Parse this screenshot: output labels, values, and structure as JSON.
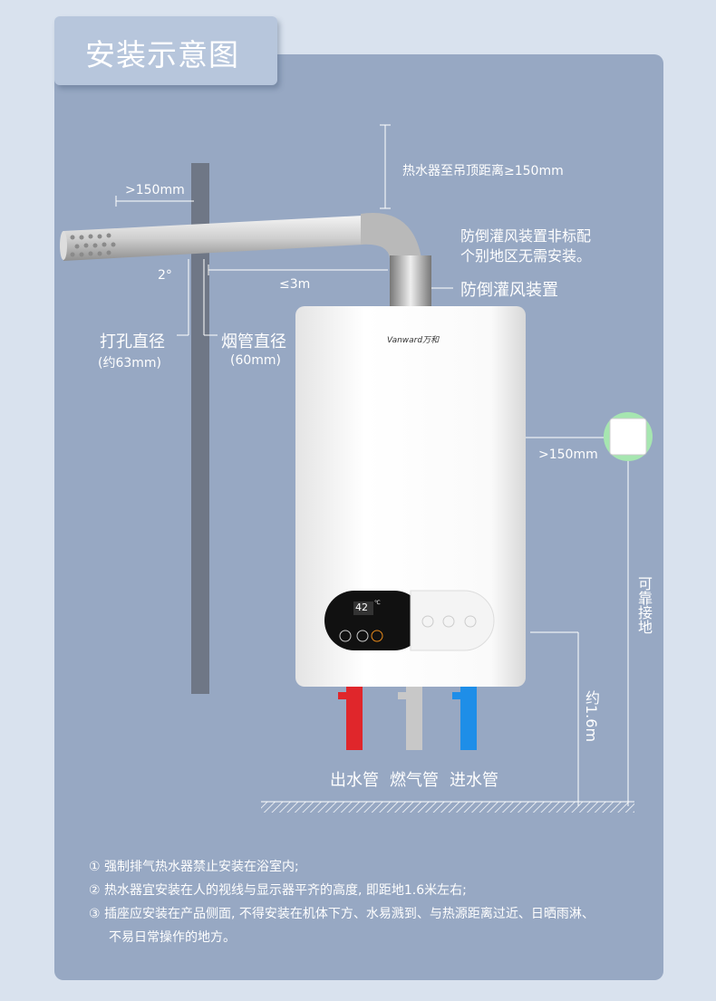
{
  "title": "安装示意图",
  "labels": {
    "ceiling_distance": "热水器至吊顶距离≥150mm",
    "wall_distance": ">150mm",
    "angle": "2°",
    "pipe_length": "≤3m",
    "anti_backdraft_note_1": "防倒灌风装置非标配",
    "anti_backdraft_note_2": "个别地区无需安装。",
    "anti_backdraft": "防倒灌风装置",
    "hole_diameter": "打孔直径",
    "hole_diameter_value": "(约63mm)",
    "flue_diameter": "烟管直径",
    "flue_diameter_value": "(60mm)",
    "socket_distance": ">150mm",
    "grounding": "可靠接地",
    "height": "约1.6m",
    "water_out": "出水管",
    "gas": "燃气管",
    "water_in": "进水管"
  },
  "heater": {
    "brand": "Vanward万和",
    "temperature": "42",
    "unit": "℃"
  },
  "notes": [
    "① 强制排气热水器禁止安装在浴室内;",
    "② 热水器宜安装在人的视线与显示器平齐的高度, 即距地1.6米左右;",
    "③ 插座应安装在产品侧面, 不得安装在机体下方、水易溅到、与热源距离过近、日晒雨淋、",
    "不易日常操作的地方。"
  ],
  "colors": {
    "hot_pipe": "#e0262b",
    "cold_pipe": "#1e8ee8",
    "gas_pipe": "#c8c8c8",
    "socket_ring": "#a6e6b0"
  }
}
